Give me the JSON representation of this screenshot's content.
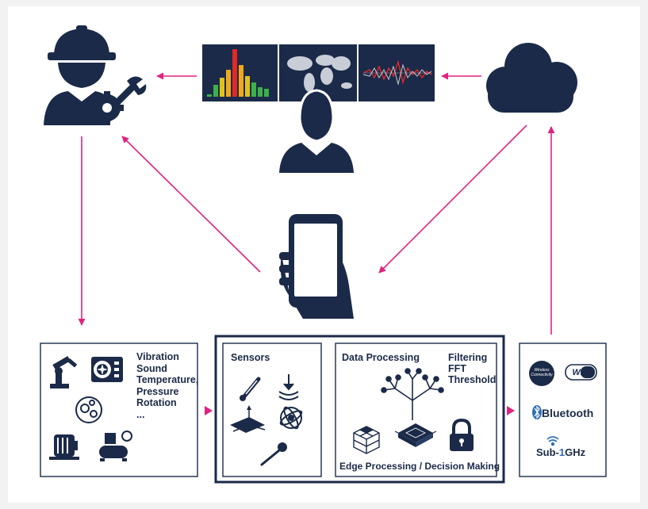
{
  "colors": {
    "navy": "#1b2a48",
    "arrow": "#e0237f",
    "bluetooth": "#2e6fb5",
    "sub_one": "#2e6fb5"
  },
  "machines": {
    "items": [
      "Vibration",
      "Sound",
      "Temperature,",
      "Pressure",
      "Rotation",
      "..."
    ],
    "icons": [
      "robot-arm-icon",
      "fan-unit-icon",
      "gears-icon",
      "motor-icon",
      "compressor-icon"
    ]
  },
  "sensors": {
    "title": "Sensors",
    "icons": [
      "thermometer-icon",
      "pressure-icon",
      "accelerometer-icon",
      "gyroscope-icon",
      "microphone-icon"
    ]
  },
  "processing": {
    "title": "Data Processing",
    "methods": [
      "Filtering",
      "FFT",
      "Threshold"
    ],
    "footer": "Edge Processing / Decision Making",
    "icons": [
      "neural-tree-icon",
      "cube-icon",
      "chip-icon",
      "lock-icon"
    ]
  },
  "connectivity": {
    "wireless_line1": "Wireless",
    "wireless_line2": "Connectivity",
    "wifi": "Wi Fi",
    "bluetooth": "Bluetooth",
    "sub_prefix": "Sub-",
    "sub_one": "1",
    "sub_suffix": "GHz"
  },
  "top_icons": [
    "engineer-icon",
    "dashboard-panels",
    "analyst-icon",
    "cloud-icon",
    "smartphone-icon"
  ]
}
